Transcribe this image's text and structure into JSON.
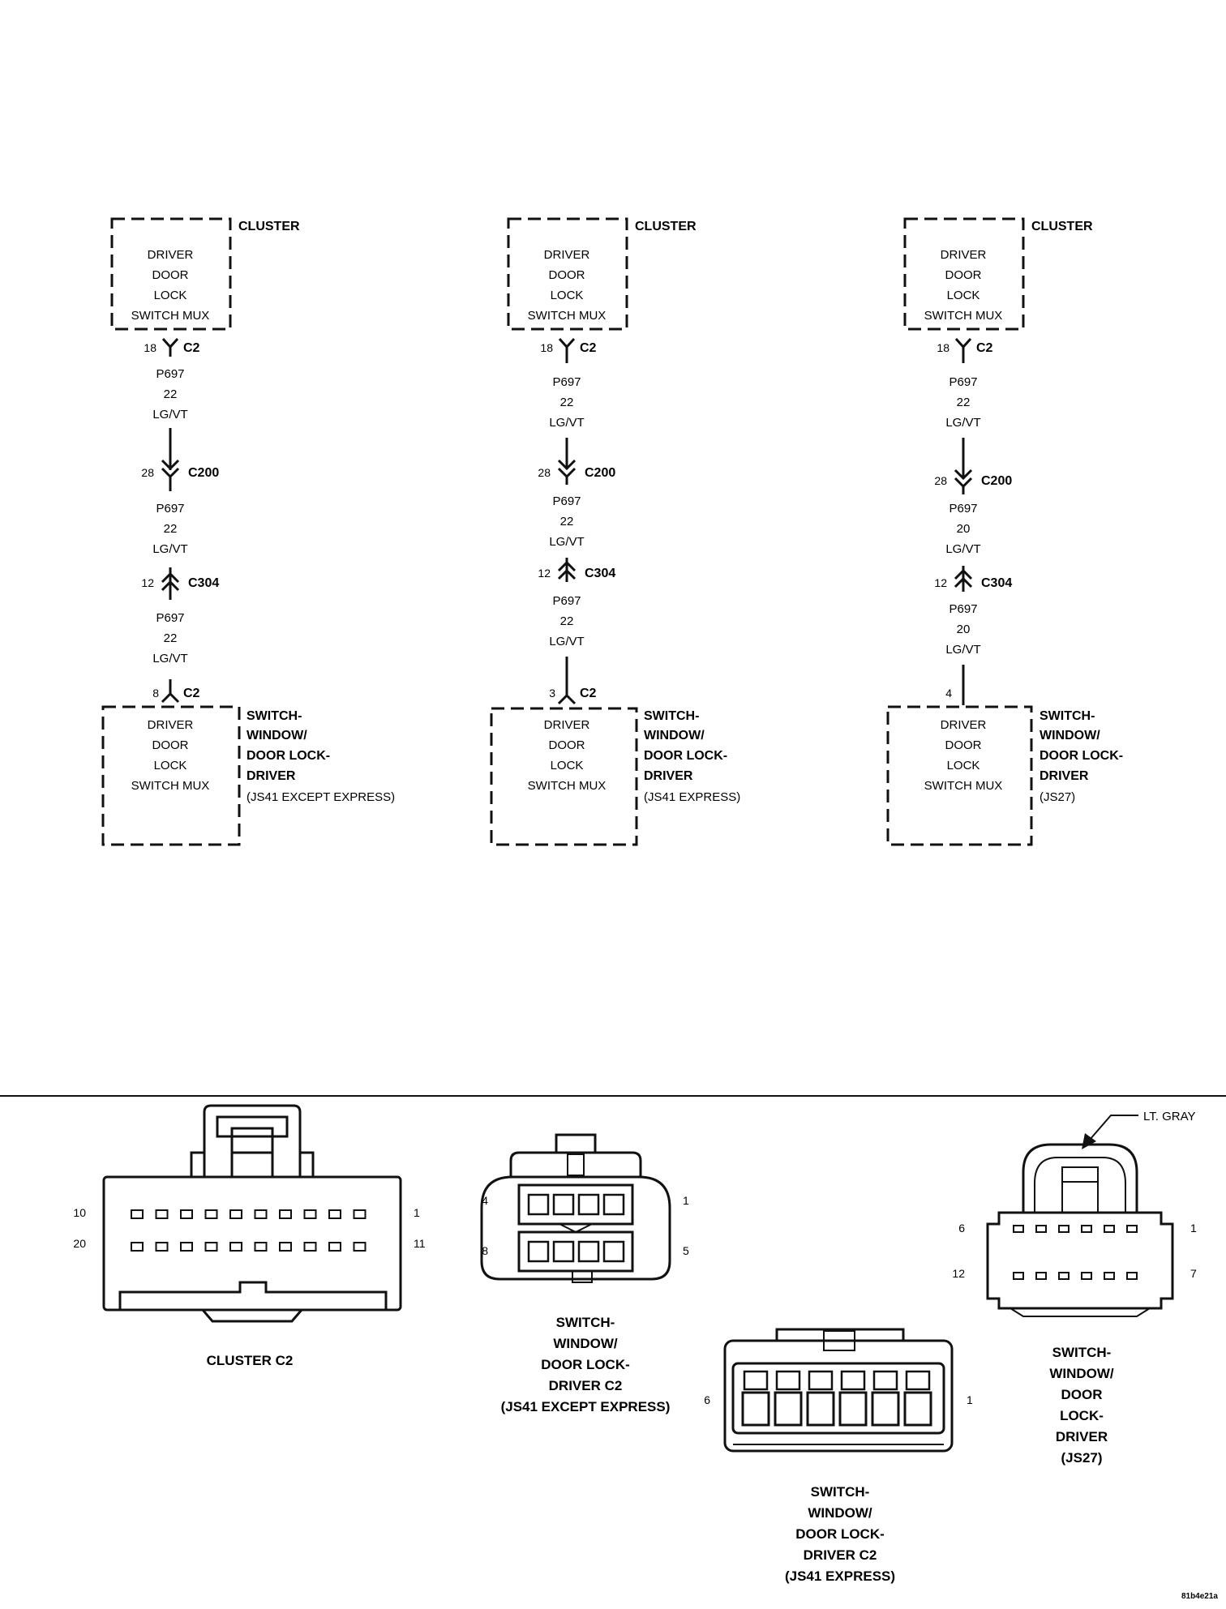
{
  "columns": [
    {
      "top_label": "CLUSTER",
      "top_lines": [
        "DRIVER",
        "DOOR",
        "LOCK",
        "SWITCH MUX"
      ],
      "c2_top_pin": "18",
      "c2_top": "C2",
      "wire1": [
        "P697",
        "22",
        "LG/VT"
      ],
      "c200_pin": "28",
      "c200": "C200",
      "wire2": [
        "P697",
        "22",
        "LG/VT"
      ],
      "c304_pin": "12",
      "c304": "C304",
      "wire3": [
        "P697",
        "22",
        "LG/VT"
      ],
      "bottom_pin": "8",
      "bottom_conn": "C2",
      "bottom_label": [
        "SWITCH-",
        "WINDOW/",
        "DOOR LOCK-",
        "DRIVER"
      ],
      "bottom_note": "(JS41 EXCEPT EXPRESS)",
      "bottom_lines": [
        "DRIVER",
        "DOOR",
        "LOCK",
        "SWITCH MUX"
      ]
    },
    {
      "top_label": "CLUSTER",
      "top_lines": [
        "DRIVER",
        "DOOR",
        "LOCK",
        "SWITCH MUX"
      ],
      "c2_top_pin": "18",
      "c2_top": "C2",
      "wire1": [
        "P697",
        "22",
        "LG/VT"
      ],
      "c200_pin": "28",
      "c200": "C200",
      "wire2": [
        "P697",
        "22",
        "LG/VT"
      ],
      "c304_pin": "12",
      "c304": "C304",
      "wire3": [
        "P697",
        "22",
        "LG/VT"
      ],
      "bottom_pin": "3",
      "bottom_conn": "C2",
      "bottom_label": [
        "SWITCH-",
        "WINDOW/",
        "DOOR LOCK-",
        "DRIVER"
      ],
      "bottom_note": "(JS41 EXPRESS)",
      "bottom_lines": [
        "DRIVER",
        "DOOR",
        "LOCK",
        "SWITCH MUX"
      ]
    },
    {
      "top_label": "CLUSTER",
      "top_lines": [
        "DRIVER",
        "DOOR",
        "LOCK",
        "SWITCH MUX"
      ],
      "c2_top_pin": "18",
      "c2_top": "C2",
      "wire1": [
        "P697",
        "22",
        "LG/VT"
      ],
      "c200_pin": "28",
      "c200": "C200",
      "wire2": [
        "P697",
        "20",
        "LG/VT"
      ],
      "c304_pin": "12",
      "c304": "C304",
      "wire3": [
        "P697",
        "20",
        "LG/VT"
      ],
      "bottom_pin": "4",
      "bottom_conn": "",
      "bottom_label": [
        "SWITCH-",
        "WINDOW/",
        "DOOR LOCK-",
        "DRIVER"
      ],
      "bottom_note": "(JS27)",
      "bottom_lines": [
        "DRIVER",
        "DOOR",
        "LOCK",
        "SWITCH MUX"
      ]
    }
  ],
  "connectors": {
    "cluster_c2": {
      "pins": [
        "10",
        "1",
        "20",
        "11"
      ],
      "caption": [
        "CLUSTER C2"
      ]
    },
    "js41_except": {
      "pins": [
        "4",
        "1",
        "8",
        "5"
      ],
      "caption": [
        "SWITCH-",
        "WINDOW/",
        "DOOR LOCK-",
        "DRIVER C2",
        "(JS41 EXCEPT EXPRESS)"
      ]
    },
    "js41_express": {
      "pins": [
        "6",
        "1"
      ],
      "caption": [
        "SWITCH-",
        "WINDOW/",
        "DOOR LOCK-",
        "DRIVER C2",
        "(JS41 EXPRESS)"
      ]
    },
    "js27": {
      "pins": [
        "6",
        "1",
        "12",
        "7"
      ],
      "callout": "LT. GRAY",
      "caption": [
        "SWITCH-",
        "WINDOW/",
        "DOOR",
        "LOCK-",
        "DRIVER",
        "(JS27)"
      ]
    }
  },
  "figure_id": "81b4e21a"
}
